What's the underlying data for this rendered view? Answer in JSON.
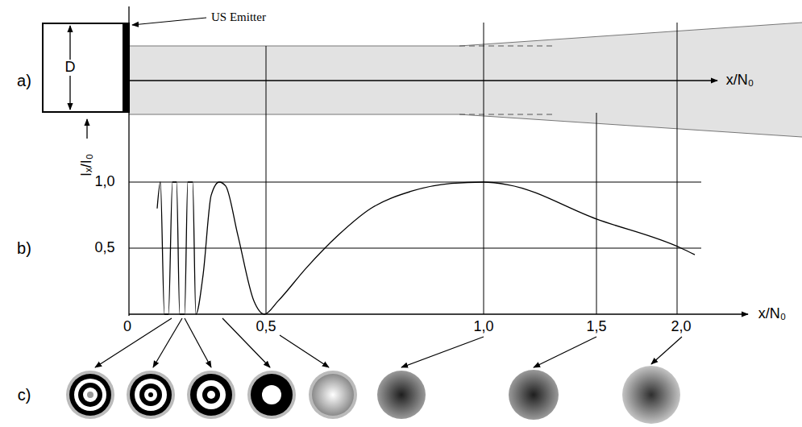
{
  "diagram": {
    "nodes": [
      {
        "text": [
          "D"
        ]
      }
    ],
    "labels": [
      "US Emitter",
      "a)",
      "x/N₀",
      "b)",
      "Iₓ/I₀",
      "1,0",
      "0,5",
      "0",
      "0,5",
      "1,0",
      "1,5",
      "2,0",
      "x/N₀",
      "c)"
    ]
  }
}
